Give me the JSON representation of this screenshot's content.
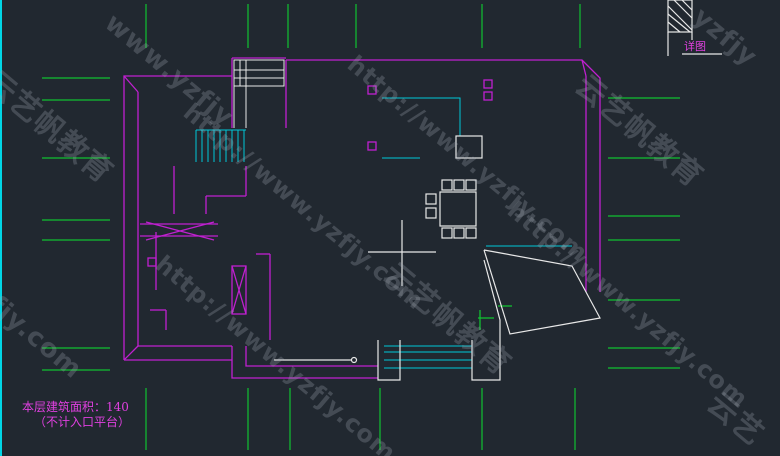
{
  "plan": {
    "area_label": "本层建筑面积：140",
    "area_note": "（不计入口平台）",
    "detail_label": "详图"
  },
  "watermarks": {
    "url": "http://www.yzfjy.com",
    "url_fragment_top": "www.yzfjy",
    "url_fragment_right": "yzfjy",
    "url_fragment_left": "fjy.com",
    "brand": "云艺帆教育",
    "brand_fragment": "云艺"
  },
  "colors": {
    "background": "#212830",
    "magenta": "#c020d0",
    "green": "#10c030",
    "cyan": "#00c8d8",
    "white": "#e8e8e8",
    "label": "#e040e0"
  }
}
